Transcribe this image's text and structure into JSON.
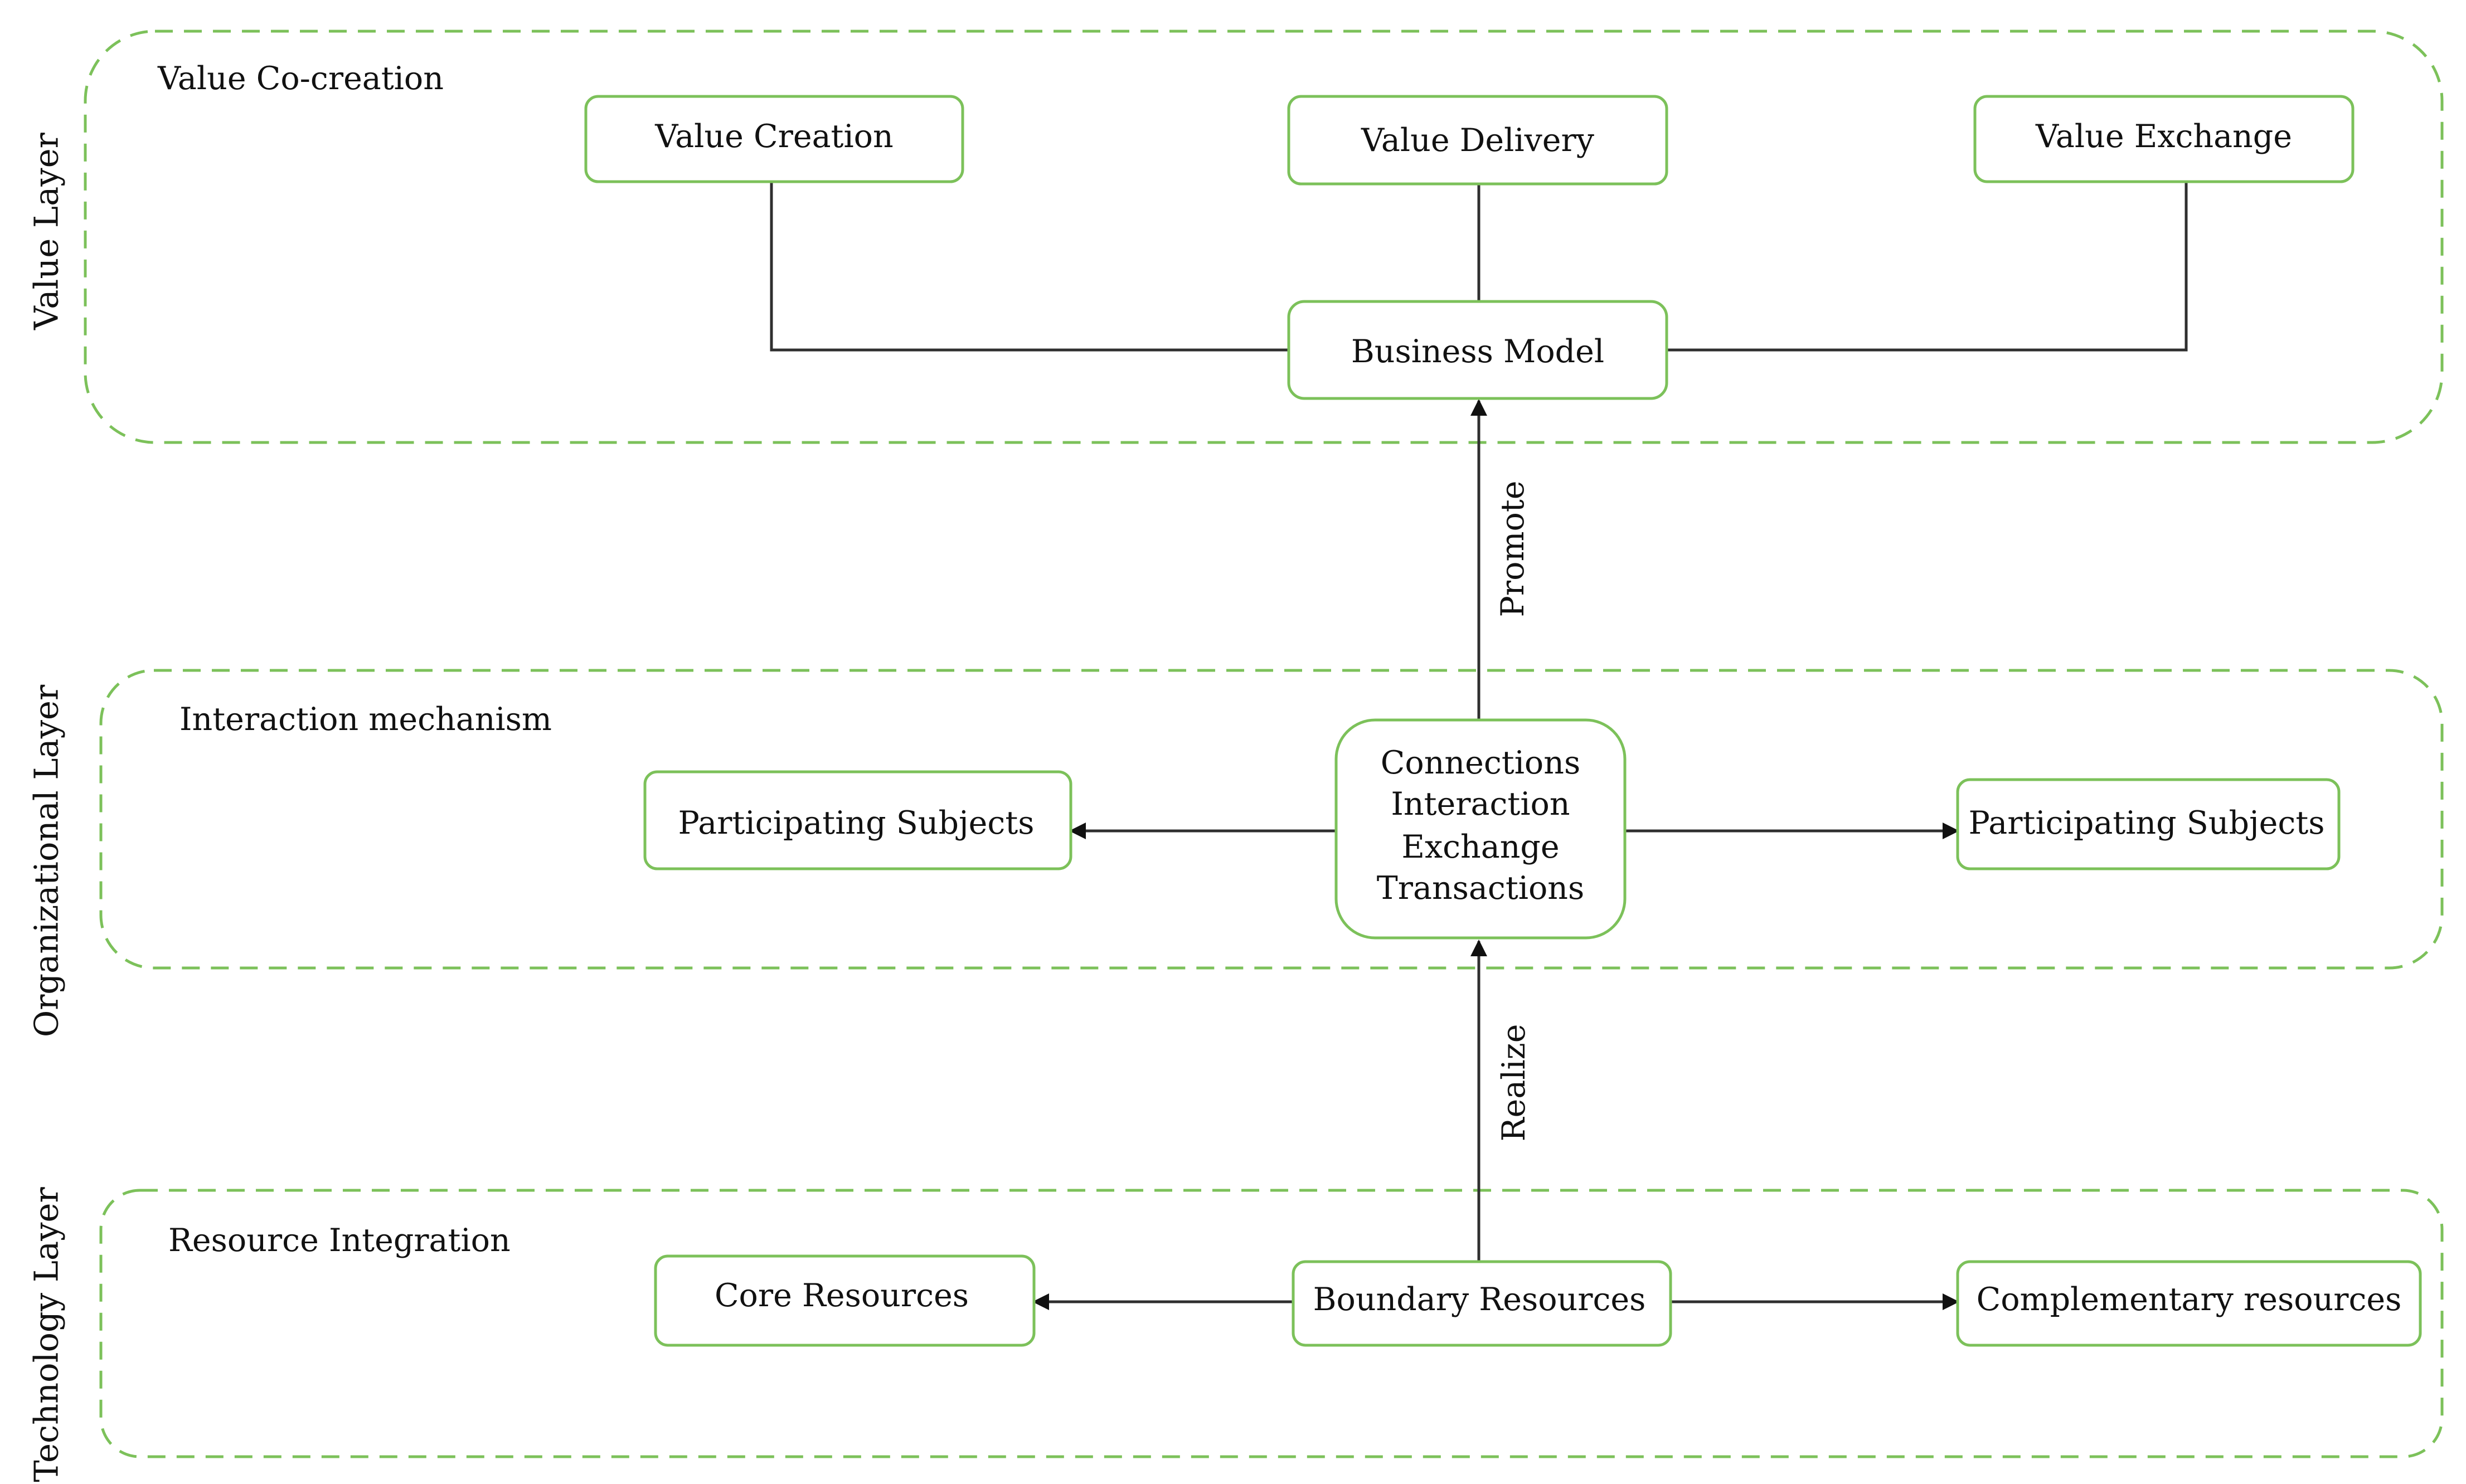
{
  "colors": {
    "accent_green": "#7cc15a",
    "text": "#111111",
    "connector": "#2f2f2f",
    "background": "#ffffff"
  },
  "layers": {
    "value": {
      "label": "Value Layer",
      "panel_title": "Value Co-creation",
      "nodes": {
        "value_creation": "Value Creation",
        "value_delivery": "Value Delivery",
        "value_exchange": "Value Exchange",
        "business_model": "Business Model"
      }
    },
    "organizational": {
      "label": "Organizational Layer",
      "panel_title": "Interaction mechanism",
      "nodes": {
        "participating_left": "Participating Subjects",
        "participating_right": "Participating Subjects",
        "center_lines": [
          "Connections",
          "Interaction",
          "Exchange",
          "Transactions"
        ]
      }
    },
    "technology": {
      "label": "Technology Layer",
      "panel_title": "Resource Integration",
      "nodes": {
        "core_resources": "Core Resources",
        "boundary_resources": "Boundary Resources",
        "complementary_resources": "Complementary resources"
      }
    }
  },
  "edges": {
    "promote": "Promote",
    "realize": "Realize"
  }
}
